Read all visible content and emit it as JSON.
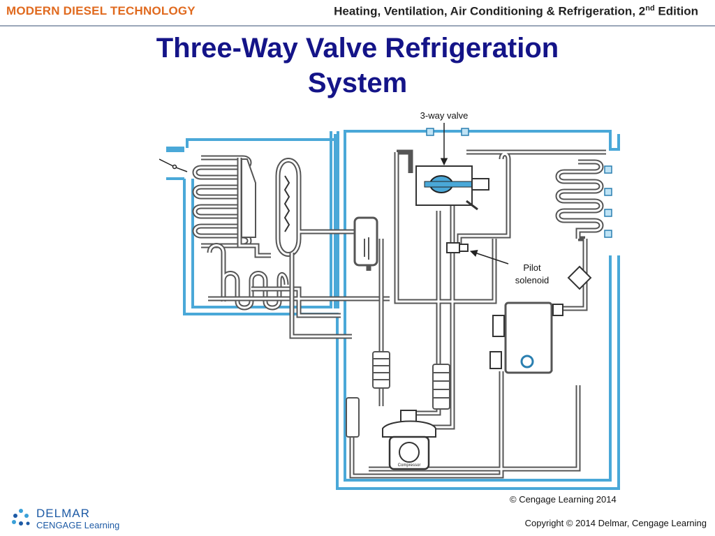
{
  "header": {
    "left_title": "MODERN DIESEL TECHNOLOGY",
    "right_title": "Heating, Ventilation, Air Conditioning & Refrigeration, 2",
    "right_title_sup": "nd",
    "right_title_end": " Edition"
  },
  "slide": {
    "title_line1": "Three-Way Valve Refrigeration",
    "title_line2": "System"
  },
  "diagram": {
    "label_valve": "3-way valve",
    "label_pilot_1": "Pilot",
    "label_pilot_2": "solenoid",
    "label_compressor": "Compressor",
    "colors": {
      "insulation": "#4aa8d8",
      "pipe": "#555555",
      "pipe_fill": "#ffffff"
    }
  },
  "footer": {
    "image_credit": "© Cengage Learning 2014",
    "logo_line1": "DELMAR",
    "logo_line2": "CENGAGE Learning",
    "copyright": "Copyright © 2014 Delmar, Cengage Learning"
  }
}
